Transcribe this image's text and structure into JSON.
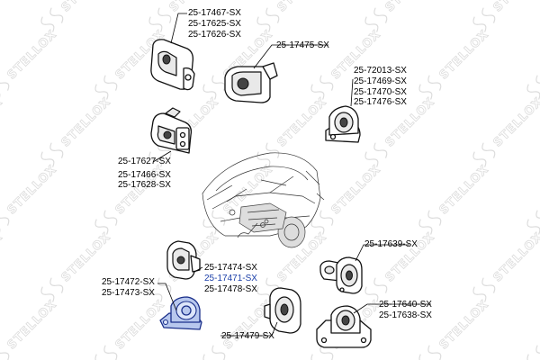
{
  "watermark": {
    "text": "STELLOX"
  },
  "callouts": [
    {
      "id": "c1",
      "labels": [
        "25-17467-SX",
        "25-17625-SX",
        "25-17626-SX"
      ],
      "highlight": []
    },
    {
      "id": "c2",
      "labels": [
        "25-17475-SX"
      ],
      "highlight": []
    },
    {
      "id": "c3",
      "labels": [
        "25-72013-SX",
        "25-17469-SX",
        "25-17470-SX",
        "25-17476-SX"
      ],
      "highlight": []
    },
    {
      "id": "c4",
      "labels": [
        "25-17627-SX",
        "25-17466-SX",
        "25-17628-SX"
      ],
      "highlight": []
    },
    {
      "id": "c5",
      "labels": [
        "25-17639-SX"
      ],
      "highlight": []
    },
    {
      "id": "c6",
      "labels": [
        "25-17474-SX",
        "25-17471-SX",
        "25-17478-SX"
      ],
      "highlight": [
        1
      ]
    },
    {
      "id": "c7",
      "labels": [
        "25-17472-SX",
        "25-17473-SX"
      ],
      "highlight": []
    },
    {
      "id": "c8",
      "labels": [
        "25-17640-SX",
        "25-17638-SX"
      ],
      "highlight": []
    },
    {
      "id": "c9",
      "labels": [
        "25-17479-SX"
      ],
      "highlight": []
    }
  ],
  "colors": {
    "highlight_part": "#b8c8ee",
    "highlight_text": "#1a3ea8"
  }
}
